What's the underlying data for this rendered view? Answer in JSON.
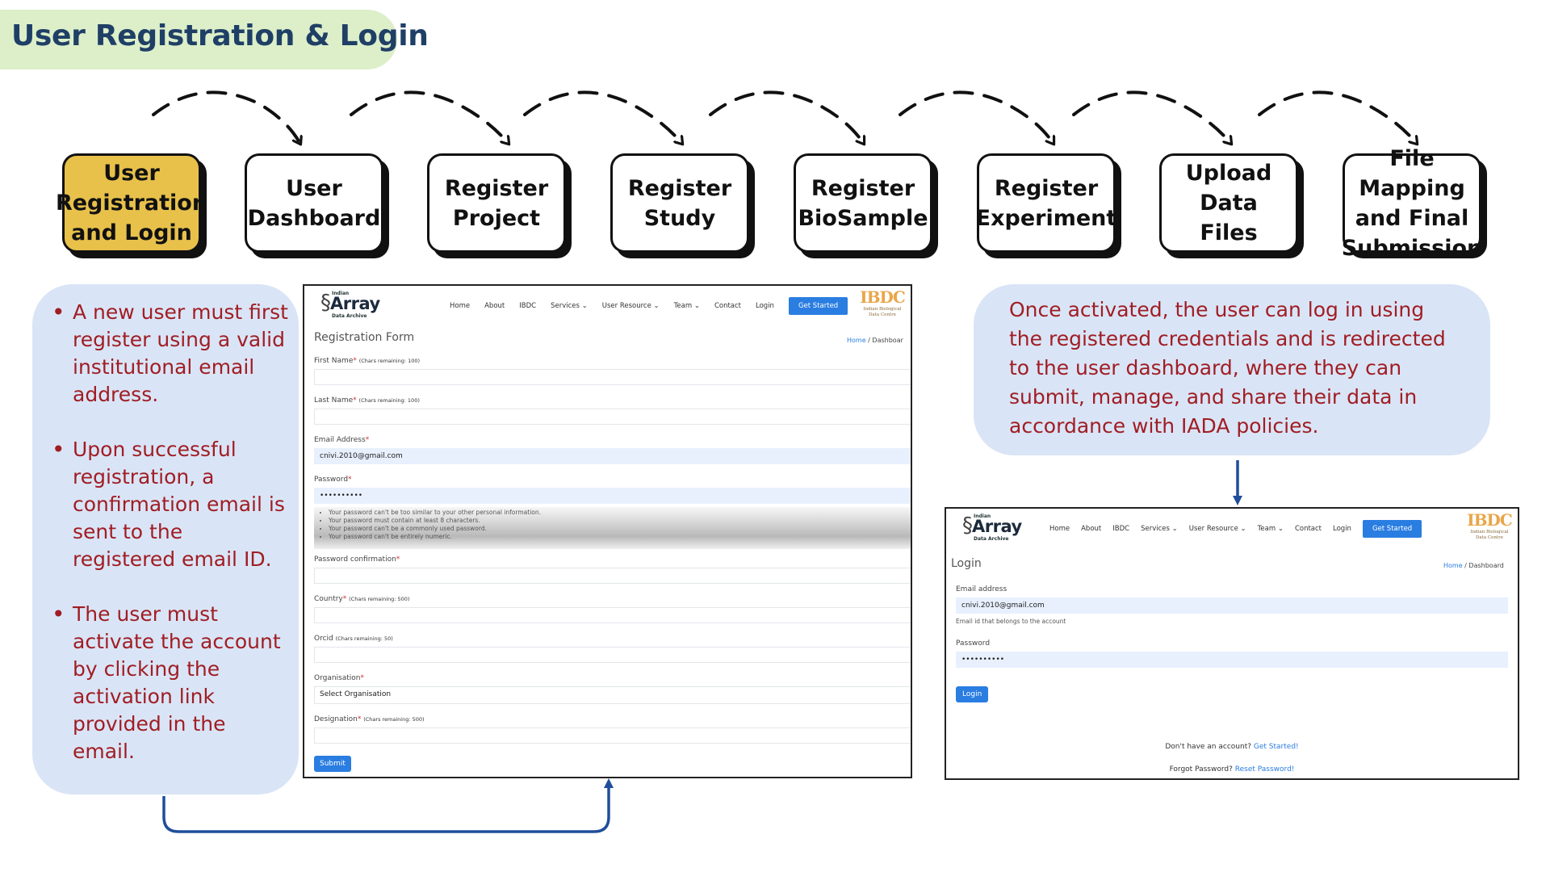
{
  "title": "User Registration & Login",
  "colors": {
    "accent_text": "#a11d24",
    "title_text": "#1f3f66",
    "title_bg": "#dcefc9",
    "active_step": "#e8c14b",
    "bubble_bg": "#d9e5f6",
    "arrow_blue": "#1f4e9a",
    "button_blue": "#2a7de1"
  },
  "steps": [
    {
      "label": "User\nRegistration\nand Login",
      "active": true
    },
    {
      "label": "User\nDashboard",
      "active": false
    },
    {
      "label": "Register\nProject",
      "active": false
    },
    {
      "label": "Register\nStudy",
      "active": false
    },
    {
      "label": "Register\nBioSample",
      "active": false
    },
    {
      "label": "Register\nExperiment",
      "active": false
    },
    {
      "label": "Upload Data\nFiles",
      "active": false
    },
    {
      "label": "File Mapping\nand Final\nSubmission",
      "active": false
    }
  ],
  "left_bubble": {
    "bullets": [
      "A new user must first register using a valid institutional email address.",
      "Upon successful registration, a confirmation email is sent to the registered email ID.",
      "The user must activate the account by clicking the activation link provided in the email."
    ]
  },
  "right_bubble": {
    "text": "Once activated, the user can log in using the registered credentials and is redirected to the user dashboard, where they can submit, manage, and share their data in accordance with IADA policies."
  },
  "site": {
    "logo_small": "Indian",
    "logo_big": "Array",
    "logo_sub": "Data Archive",
    "nav": [
      "Home",
      "About",
      "IBDC",
      "Services",
      "User Resource",
      "Team",
      "Contact",
      "Login"
    ],
    "cta": "Get Started",
    "partner_logo": "IBDC",
    "partner_name": "Indian Biological Data Centre"
  },
  "registration": {
    "heading": "Registration Form",
    "crumb_home": "Home",
    "crumb_sep": "/",
    "crumb_current": "Dashboar",
    "first_name": {
      "label": "First Name",
      "count": "(Chars remaining: 100)"
    },
    "last_name": {
      "label": "Last Name",
      "count": "(Chars remaining: 100)"
    },
    "email": {
      "label": "Email Address",
      "value": "cnivi.2010@gmail.com"
    },
    "password": {
      "label": "Password",
      "value": "••••••••••"
    },
    "password_help": [
      "Your password can't be too similar to your other personal information.",
      "Your password must contain at least 8 characters.",
      "Your password can't be a commonly used password.",
      "Your password can't be entirely numeric."
    ],
    "password_confirmation": {
      "label": "Password confirmation"
    },
    "country": {
      "label": "Country",
      "count": "(Chars remaining: 500)"
    },
    "orcid": {
      "label": "Orcid",
      "count": "(Chars remaining: 50)"
    },
    "organisation": {
      "label": "Organisation",
      "value": "Select Organisation"
    },
    "designation": {
      "label": "Designation",
      "count": "(Chars remaining: 500)"
    },
    "submit": "Submit"
  },
  "login": {
    "heading": "Login",
    "crumb_home": "Home",
    "crumb_sep": "/",
    "crumb_current": "Dashboard",
    "email_label": "Email address",
    "email_value": "cnivi.2010@gmail.com",
    "email_hint": "Email id that belongs to the account",
    "password_label": "Password",
    "password_value": "••••••••••",
    "login_button": "Login",
    "no_account_text": "Don't have an account?",
    "no_account_link": "Get Started!",
    "forgot_text": "Forgot Password?",
    "forgot_link": "Reset Password!"
  }
}
